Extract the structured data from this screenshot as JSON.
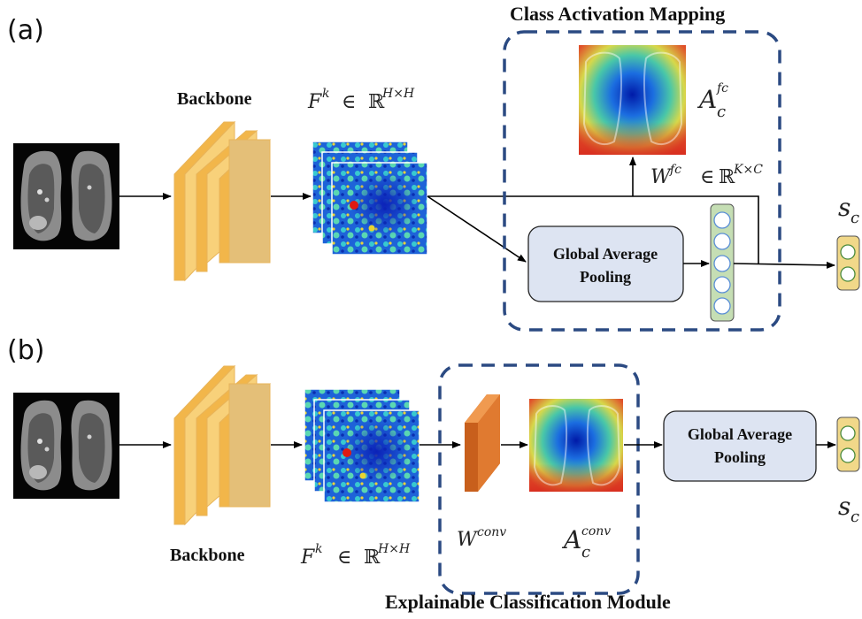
{
  "panel_a": {
    "label": "(a)",
    "backbone_label": "Backbone",
    "feature": {
      "base": "F",
      "sup": "k",
      "in": "∈",
      "space": "ℝ",
      "dims": "H×H"
    },
    "cam_title": "Class Activation Mapping",
    "cam_map": {
      "base": "A",
      "sub": "c",
      "sup": "fc"
    },
    "weight": {
      "base": "W",
      "sup": "fc",
      "in": "∈",
      "space": "ℝ",
      "dims": "K×C"
    },
    "gap_line1": "Global Average",
    "gap_line2": "Pooling",
    "score": {
      "base": "s",
      "sub": "c"
    }
  },
  "panel_b": {
    "label": "(b)",
    "backbone_label": "Backbone",
    "feature": {
      "base": "F",
      "sup": "k",
      "in": "∈",
      "space": "ℝ",
      "dims": "H×H"
    },
    "weight": {
      "base": "W",
      "sup": "conv"
    },
    "cam_map": {
      "base": "A",
      "sub": "c",
      "sup": "conv"
    },
    "gap_line1": "Global Average",
    "gap_line2": "Pooling",
    "score": {
      "base": "s",
      "sub": "c"
    },
    "module_title": "Explainable Classification Module"
  },
  "colors": {
    "dashed_border": "#2b4a82",
    "backbone_fill": "#f5c870",
    "gap_fill": "#dde4f2",
    "neuron_column": "#c5deb4",
    "score_box": "#f1d889",
    "conv_layer": "#d9742c"
  }
}
